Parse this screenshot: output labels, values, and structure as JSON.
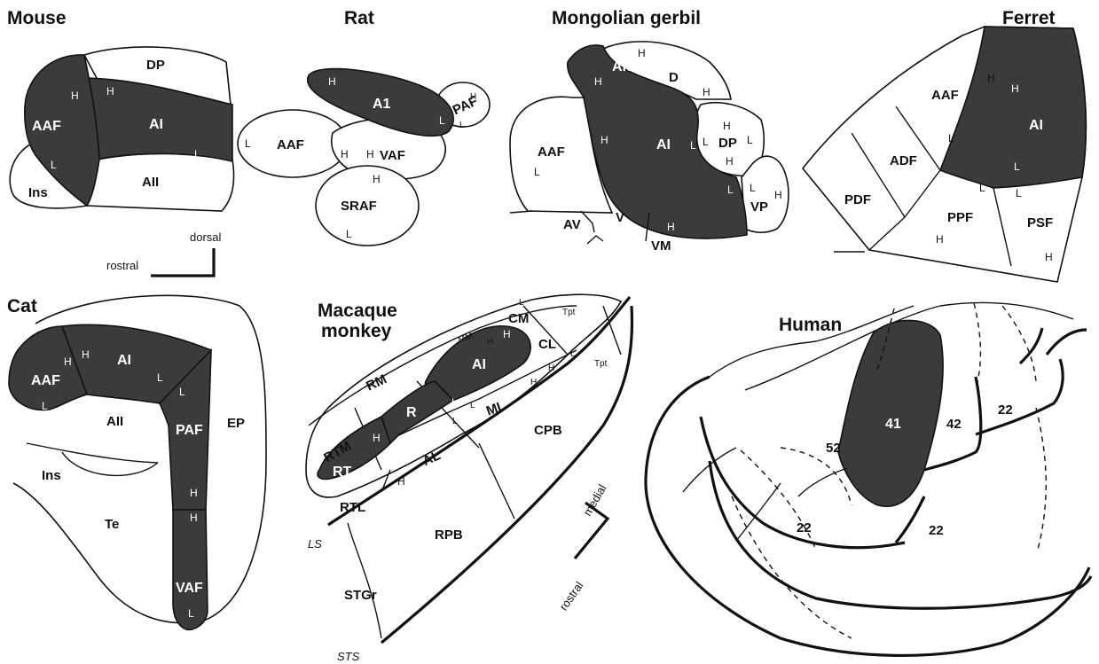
{
  "panels": {
    "mouse": {
      "title": "Mouse",
      "areas": [
        "DP",
        "AAF",
        "AI",
        "AII",
        "Ins"
      ],
      "markers": {
        "h": "H",
        "l": "L"
      }
    },
    "rat": {
      "title": "Rat",
      "areas": [
        "A1",
        "PAF",
        "AAF",
        "VAF",
        "SRAF"
      ]
    },
    "gerbil": {
      "title": "Mongolian gerbil",
      "areas": [
        "AId",
        "D",
        "AI",
        "AAF",
        "DP",
        "VP",
        "AV",
        "V",
        "VM"
      ]
    },
    "ferret": {
      "title": "Ferret",
      "areas": [
        "AAF",
        "AI",
        "ADF",
        "PDF",
        "PPF",
        "PSF"
      ]
    },
    "cat": {
      "title": "Cat",
      "areas": [
        "AAF",
        "AI",
        "AII",
        "PAF",
        "EP",
        "Ins",
        "Te",
        "VAF"
      ]
    },
    "macaque": {
      "title_line1": "Macaque",
      "title_line2": "monkey",
      "areas": [
        "MM",
        "CM",
        "Tpt",
        "AI",
        "CL",
        "RM",
        "R",
        "ML",
        "RTM",
        "RT",
        "AL",
        "CPB",
        "RTL",
        "RPB",
        "STGr"
      ],
      "sulci": [
        "LS",
        "STS"
      ]
    },
    "human": {
      "title": "Human",
      "areas": [
        "41",
        "42",
        "22",
        "52"
      ]
    }
  },
  "orientation": {
    "top": {
      "vertical": "dorsal",
      "horizontal": "rostral"
    },
    "bottom": {
      "vertical": "medial",
      "horizontal": "rostral"
    }
  },
  "colors": {
    "fill_dark": "#3b3b3b",
    "stroke": "#111111",
    "background": "#ffffff"
  }
}
